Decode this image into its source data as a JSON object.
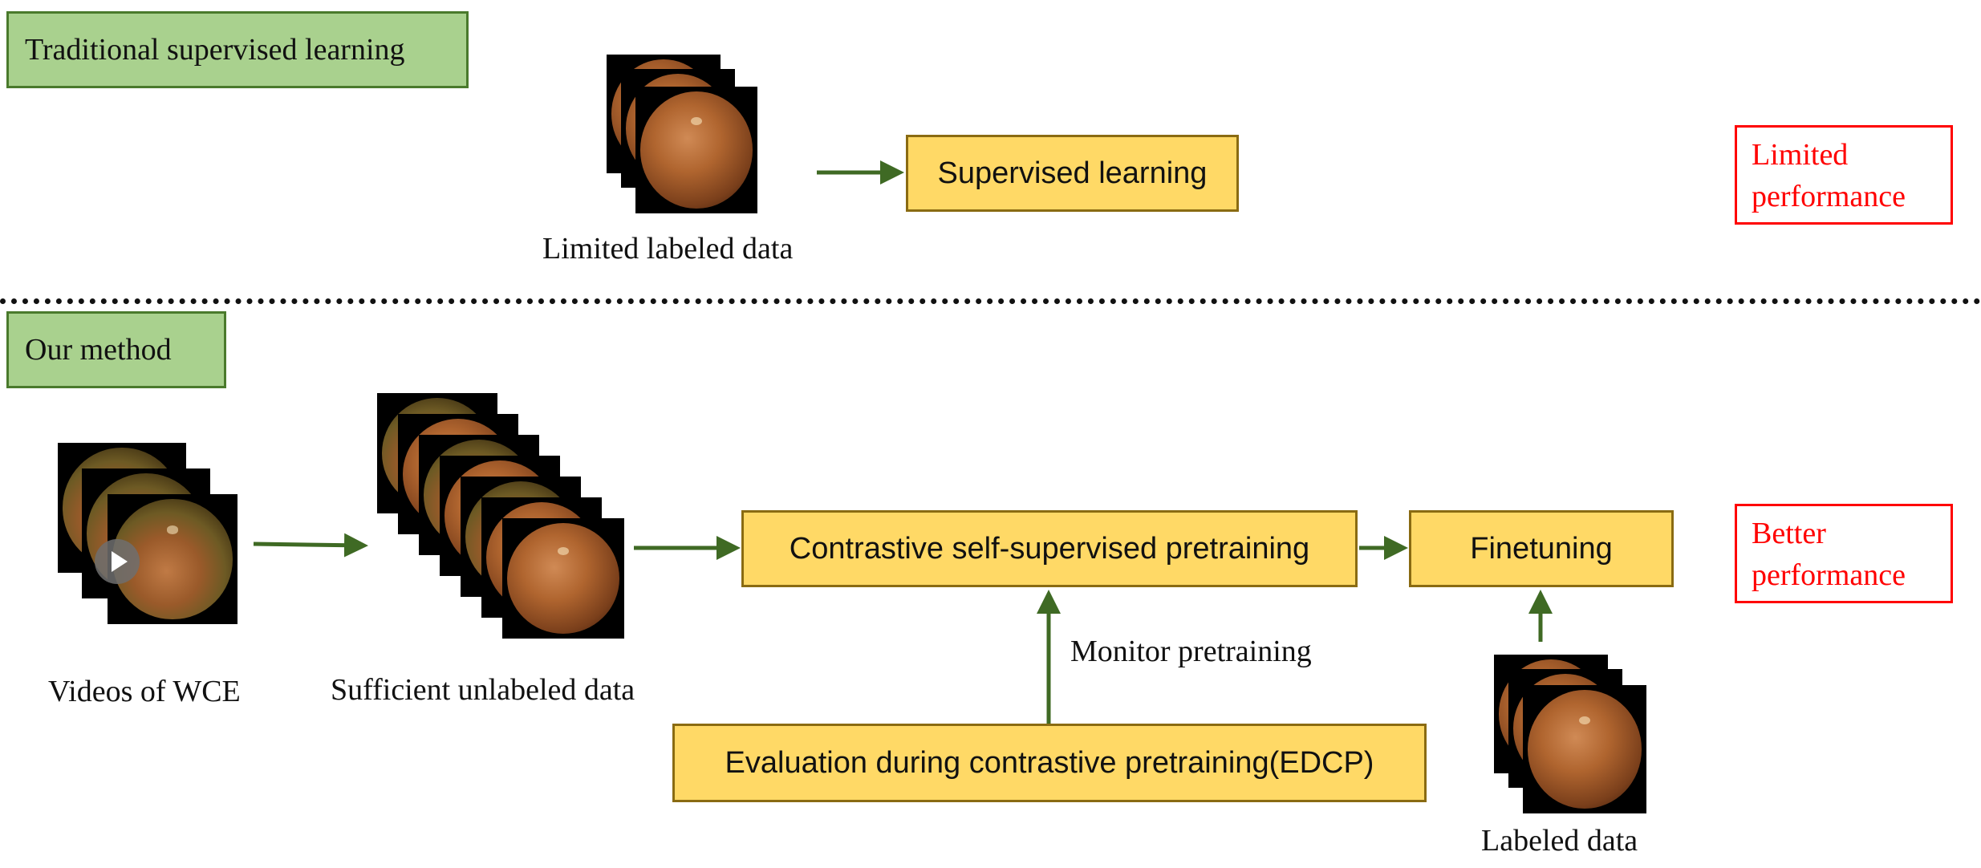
{
  "top_section": {
    "label": "Traditional supervised learning",
    "data_caption": "Limited labeled data",
    "process_box": "Supervised learning",
    "result_lines": [
      "Limited",
      "performance"
    ]
  },
  "bottom_section": {
    "label": "Our method",
    "video_caption": "Videos of WCE",
    "unlabeled_caption": "Sufficient unlabeled data",
    "pretraining_box": "Contrastive self-supervised pretraining",
    "finetuning_box": "Finetuning",
    "monitor_label": "Monitor pretraining",
    "edcp_box": "Evaluation during contrastive pretraining(EDCP)",
    "labeled_caption": "Labeled data",
    "result_lines": [
      "Better",
      "performance"
    ]
  },
  "colors": {
    "tag_fill": "#a9d18e",
    "box_fill": "#ffd966",
    "arrow": "#3f6a24",
    "result_text": "#ff0000"
  }
}
